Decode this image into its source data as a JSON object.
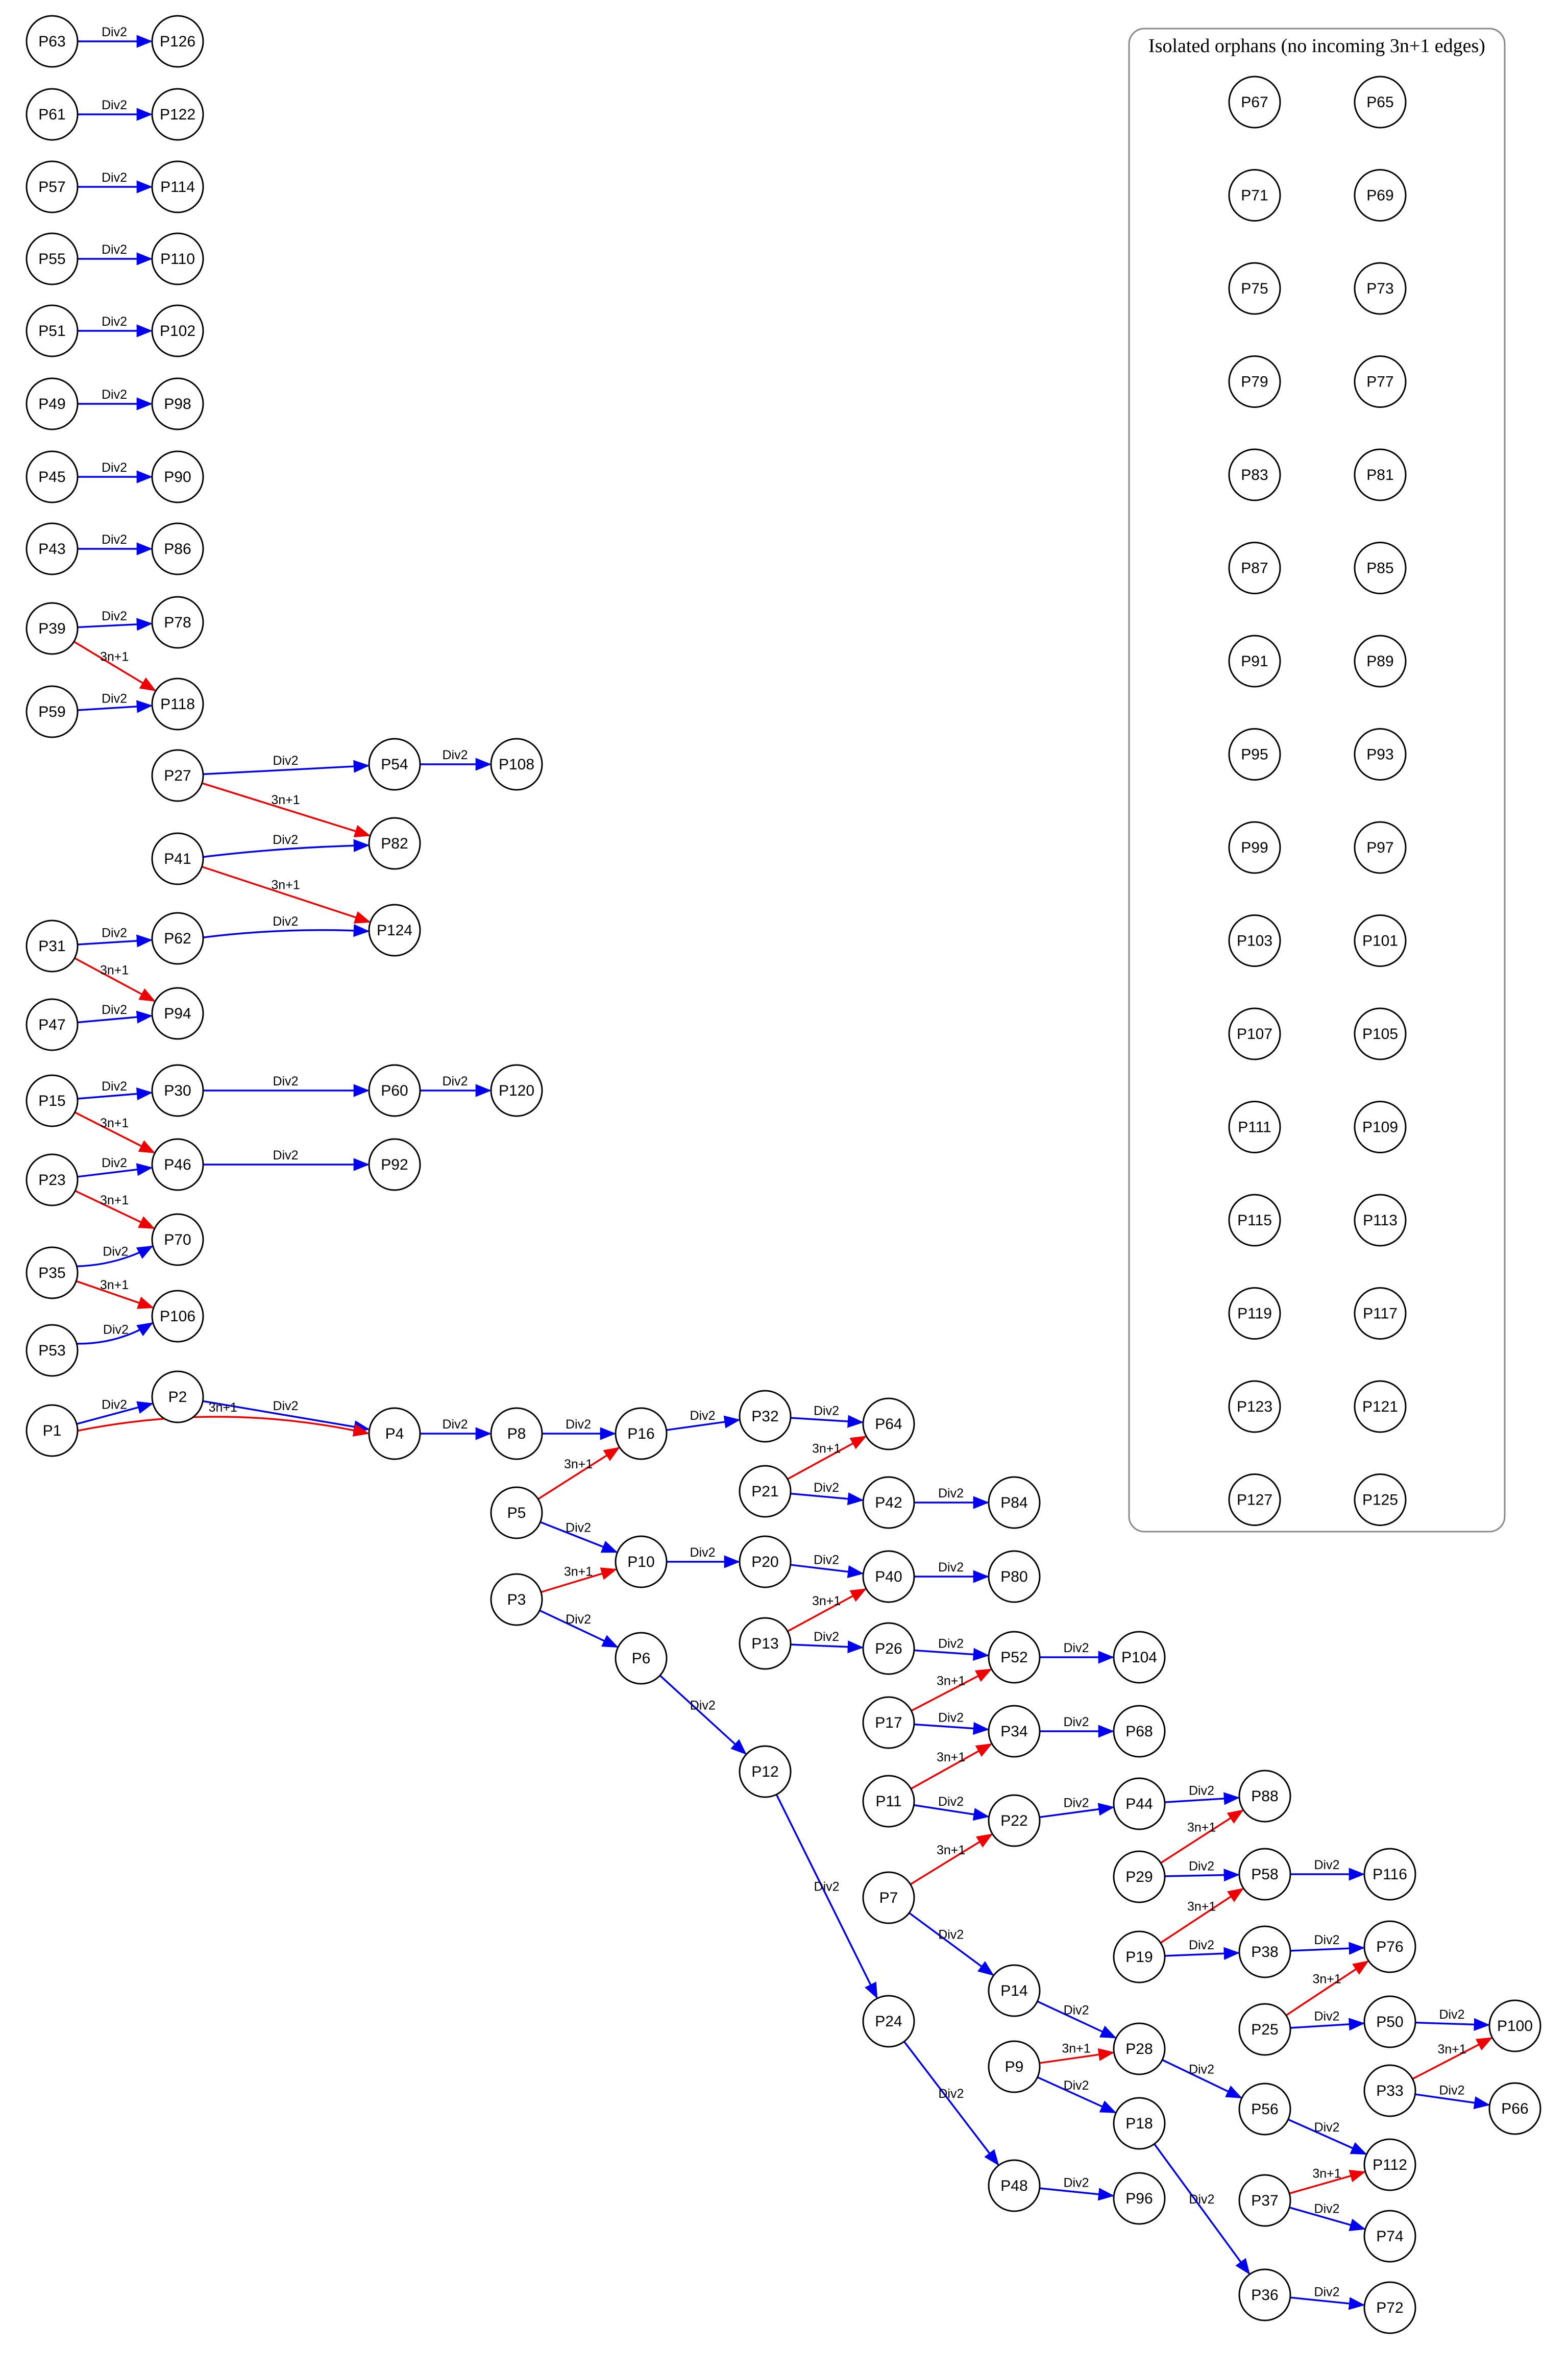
{
  "legend": {
    "div2": "Div2",
    "triple": "3n+1"
  },
  "cluster": {
    "title": "Isolated orphans (no incoming 3n+1 edges)",
    "nodes": [
      "P67",
      "P65",
      "P71",
      "P69",
      "P75",
      "P73",
      "P79",
      "P77",
      "P83",
      "P81",
      "P87",
      "P85",
      "P91",
      "P89",
      "P95",
      "P93",
      "P99",
      "P97",
      "P103",
      "P101",
      "P107",
      "P105",
      "P111",
      "P109",
      "P115",
      "P113",
      "P119",
      "P117",
      "P123",
      "P121",
      "P127",
      "P125"
    ]
  },
  "nodes": [
    "P63",
    "P126",
    "P61",
    "P122",
    "P57",
    "P114",
    "P55",
    "P110",
    "P51",
    "P102",
    "P49",
    "P98",
    "P45",
    "P90",
    "P43",
    "P86",
    "P39",
    "P78",
    "P59",
    "P118",
    "P27",
    "P54",
    "P108",
    "P82",
    "P41",
    "P124",
    "P31",
    "P62",
    "P94",
    "P47",
    "P15",
    "P30",
    "P60",
    "P120",
    "P46",
    "P23",
    "P92",
    "P70",
    "P35",
    "P106",
    "P53",
    "P1",
    "P2",
    "P4",
    "P8",
    "P16",
    "P32",
    "P64",
    "P21",
    "P42",
    "P84",
    "P5",
    "P10",
    "P20",
    "P40",
    "P80",
    "P3",
    "P13",
    "P26",
    "P52",
    "P104",
    "P6",
    "P17",
    "P34",
    "P68",
    "P12",
    "P11",
    "P22",
    "P44",
    "P88",
    "P29",
    "P58",
    "P116",
    "P7",
    "P19",
    "P38",
    "P76",
    "P14",
    "P25",
    "P50",
    "P100",
    "P24",
    "P28",
    "P9",
    "P56",
    "P33",
    "P66",
    "P18",
    "P112",
    "P48",
    "P96",
    "P37",
    "P74",
    "P36",
    "P72"
  ],
  "edges": [
    {
      "from": "P63",
      "to": "P126",
      "label": "Div2",
      "type": "div2"
    },
    {
      "from": "P61",
      "to": "P122",
      "label": "Div2",
      "type": "div2"
    },
    {
      "from": "P57",
      "to": "P114",
      "label": "Div2",
      "type": "div2"
    },
    {
      "from": "P55",
      "to": "P110",
      "label": "Div2",
      "type": "div2"
    },
    {
      "from": "P51",
      "to": "P102",
      "label": "Div2",
      "type": "div2"
    },
    {
      "from": "P49",
      "to": "P98",
      "label": "Div2",
      "type": "div2"
    },
    {
      "from": "P45",
      "to": "P90",
      "label": "Div2",
      "type": "div2"
    },
    {
      "from": "P43",
      "to": "P86",
      "label": "Div2",
      "type": "div2"
    },
    {
      "from": "P39",
      "to": "P78",
      "label": "Div2",
      "type": "div2"
    },
    {
      "from": "P39",
      "to": "P118",
      "label": "3n+1",
      "type": "triple"
    },
    {
      "from": "P59",
      "to": "P118",
      "label": "Div2",
      "type": "div2"
    },
    {
      "from": "P27",
      "to": "P54",
      "label": "Div2",
      "type": "div2"
    },
    {
      "from": "P54",
      "to": "P108",
      "label": "Div2",
      "type": "div2"
    },
    {
      "from": "P27",
      "to": "P82",
      "label": "3n+1",
      "type": "triple"
    },
    {
      "from": "P41",
      "to": "P82",
      "label": "Div2",
      "type": "div2"
    },
    {
      "from": "P41",
      "to": "P124",
      "label": "3n+1",
      "type": "triple"
    },
    {
      "from": "P31",
      "to": "P62",
      "label": "Div2",
      "type": "div2"
    },
    {
      "from": "P62",
      "to": "P124",
      "label": "Div2",
      "type": "div2"
    },
    {
      "from": "P31",
      "to": "P94",
      "label": "3n+1",
      "type": "triple"
    },
    {
      "from": "P47",
      "to": "P94",
      "label": "Div2",
      "type": "div2"
    },
    {
      "from": "P15",
      "to": "P30",
      "label": "Div2",
      "type": "div2"
    },
    {
      "from": "P30",
      "to": "P60",
      "label": "Div2",
      "type": "div2"
    },
    {
      "from": "P60",
      "to": "P120",
      "label": "Div2",
      "type": "div2"
    },
    {
      "from": "P15",
      "to": "P46",
      "label": "3n+1",
      "type": "triple"
    },
    {
      "from": "P23",
      "to": "P46",
      "label": "Div2",
      "type": "div2"
    },
    {
      "from": "P46",
      "to": "P92",
      "label": "Div2",
      "type": "div2"
    },
    {
      "from": "P23",
      "to": "P70",
      "label": "3n+1",
      "type": "triple"
    },
    {
      "from": "P35",
      "to": "P70",
      "label": "Div2",
      "type": "div2"
    },
    {
      "from": "P35",
      "to": "P106",
      "label": "3n+1",
      "type": "triple"
    },
    {
      "from": "P53",
      "to": "P106",
      "label": "Div2",
      "type": "div2"
    },
    {
      "from": "P1",
      "to": "P2",
      "label": "Div2",
      "type": "div2"
    },
    {
      "from": "P2",
      "to": "P4",
      "label": "Div2",
      "type": "div2"
    },
    {
      "from": "P1",
      "to": "P4",
      "label": "3n+1",
      "type": "triple"
    },
    {
      "from": "P4",
      "to": "P8",
      "label": "Div2",
      "type": "div2"
    },
    {
      "from": "P8",
      "to": "P16",
      "label": "Div2",
      "type": "div2"
    },
    {
      "from": "P5",
      "to": "P16",
      "label": "3n+1",
      "type": "triple"
    },
    {
      "from": "P16",
      "to": "P32",
      "label": "Div2",
      "type": "div2"
    },
    {
      "from": "P32",
      "to": "P64",
      "label": "Div2",
      "type": "div2"
    },
    {
      "from": "P21",
      "to": "P64",
      "label": "3n+1",
      "type": "triple"
    },
    {
      "from": "P21",
      "to": "P42",
      "label": "Div2",
      "type": "div2"
    },
    {
      "from": "P42",
      "to": "P84",
      "label": "Div2",
      "type": "div2"
    },
    {
      "from": "P5",
      "to": "P10",
      "label": "Div2",
      "type": "div2"
    },
    {
      "from": "P3",
      "to": "P10",
      "label": "3n+1",
      "type": "triple"
    },
    {
      "from": "P10",
      "to": "P20",
      "label": "Div2",
      "type": "div2"
    },
    {
      "from": "P20",
      "to": "P40",
      "label": "Div2",
      "type": "div2"
    },
    {
      "from": "P13",
      "to": "P40",
      "label": "3n+1",
      "type": "triple"
    },
    {
      "from": "P40",
      "to": "P80",
      "label": "Div2",
      "type": "div2"
    },
    {
      "from": "P3",
      "to": "P6",
      "label": "Div2",
      "type": "div2"
    },
    {
      "from": "P13",
      "to": "P26",
      "label": "Div2",
      "type": "div2"
    },
    {
      "from": "P26",
      "to": "P52",
      "label": "Div2",
      "type": "div2"
    },
    {
      "from": "P17",
      "to": "P52",
      "label": "3n+1",
      "type": "triple"
    },
    {
      "from": "P52",
      "to": "P104",
      "label": "Div2",
      "type": "div2"
    },
    {
      "from": "P17",
      "to": "P34",
      "label": "Div2",
      "type": "div2"
    },
    {
      "from": "P11",
      "to": "P34",
      "label": "3n+1",
      "type": "triple"
    },
    {
      "from": "P34",
      "to": "P68",
      "label": "Div2",
      "type": "div2"
    },
    {
      "from": "P6",
      "to": "P12",
      "label": "Div2",
      "type": "div2"
    },
    {
      "from": "P11",
      "to": "P22",
      "label": "Div2",
      "type": "div2"
    },
    {
      "from": "P7",
      "to": "P22",
      "label": "3n+1",
      "type": "triple"
    },
    {
      "from": "P22",
      "to": "P44",
      "label": "Div2",
      "type": "div2"
    },
    {
      "from": "P44",
      "to": "P88",
      "label": "Div2",
      "type": "div2"
    },
    {
      "from": "P29",
      "to": "P88",
      "label": "3n+1",
      "type": "triple"
    },
    {
      "from": "P29",
      "to": "P58",
      "label": "Div2",
      "type": "div2"
    },
    {
      "from": "P19",
      "to": "P58",
      "label": "3n+1",
      "type": "triple"
    },
    {
      "from": "P58",
      "to": "P116",
      "label": "Div2",
      "type": "div2"
    },
    {
      "from": "P19",
      "to": "P38",
      "label": "Div2",
      "type": "div2"
    },
    {
      "from": "P38",
      "to": "P76",
      "label": "Div2",
      "type": "div2"
    },
    {
      "from": "P25",
      "to": "P76",
      "label": "3n+1",
      "type": "triple"
    },
    {
      "from": "P12",
      "to": "P24",
      "label": "Div2",
      "type": "div2"
    },
    {
      "from": "P7",
      "to": "P14",
      "label": "Div2",
      "type": "div2"
    },
    {
      "from": "P14",
      "to": "P28",
      "label": "Div2",
      "type": "div2"
    },
    {
      "from": "P9",
      "to": "P28",
      "label": "3n+1",
      "type": "triple"
    },
    {
      "from": "P25",
      "to": "P50",
      "label": "Div2",
      "type": "div2"
    },
    {
      "from": "P50",
      "to": "P100",
      "label": "Div2",
      "type": "div2"
    },
    {
      "from": "P33",
      "to": "P100",
      "label": "3n+1",
      "type": "triple"
    },
    {
      "from": "P33",
      "to": "P66",
      "label": "Div2",
      "type": "div2"
    },
    {
      "from": "P28",
      "to": "P56",
      "label": "Div2",
      "type": "div2"
    },
    {
      "from": "P9",
      "to": "P18",
      "label": "Div2",
      "type": "div2"
    },
    {
      "from": "P56",
      "to": "P112",
      "label": "Div2",
      "type": "div2"
    },
    {
      "from": "P37",
      "to": "P112",
      "label": "3n+1",
      "type": "triple"
    },
    {
      "from": "P37",
      "to": "P74",
      "label": "Div2",
      "type": "div2"
    },
    {
      "from": "P24",
      "to": "P48",
      "label": "Div2",
      "type": "div2"
    },
    {
      "from": "P48",
      "to": "P96",
      "label": "Div2",
      "type": "div2"
    },
    {
      "from": "P18",
      "to": "P36",
      "label": "Div2",
      "type": "div2"
    },
    {
      "from": "P36",
      "to": "P72",
      "label": "Div2",
      "type": "div2"
    }
  ],
  "colors": {
    "div2": "#0000ee",
    "triple": "#ee0000",
    "node_stroke": "#000000",
    "cluster_stroke": "#888888"
  }
}
